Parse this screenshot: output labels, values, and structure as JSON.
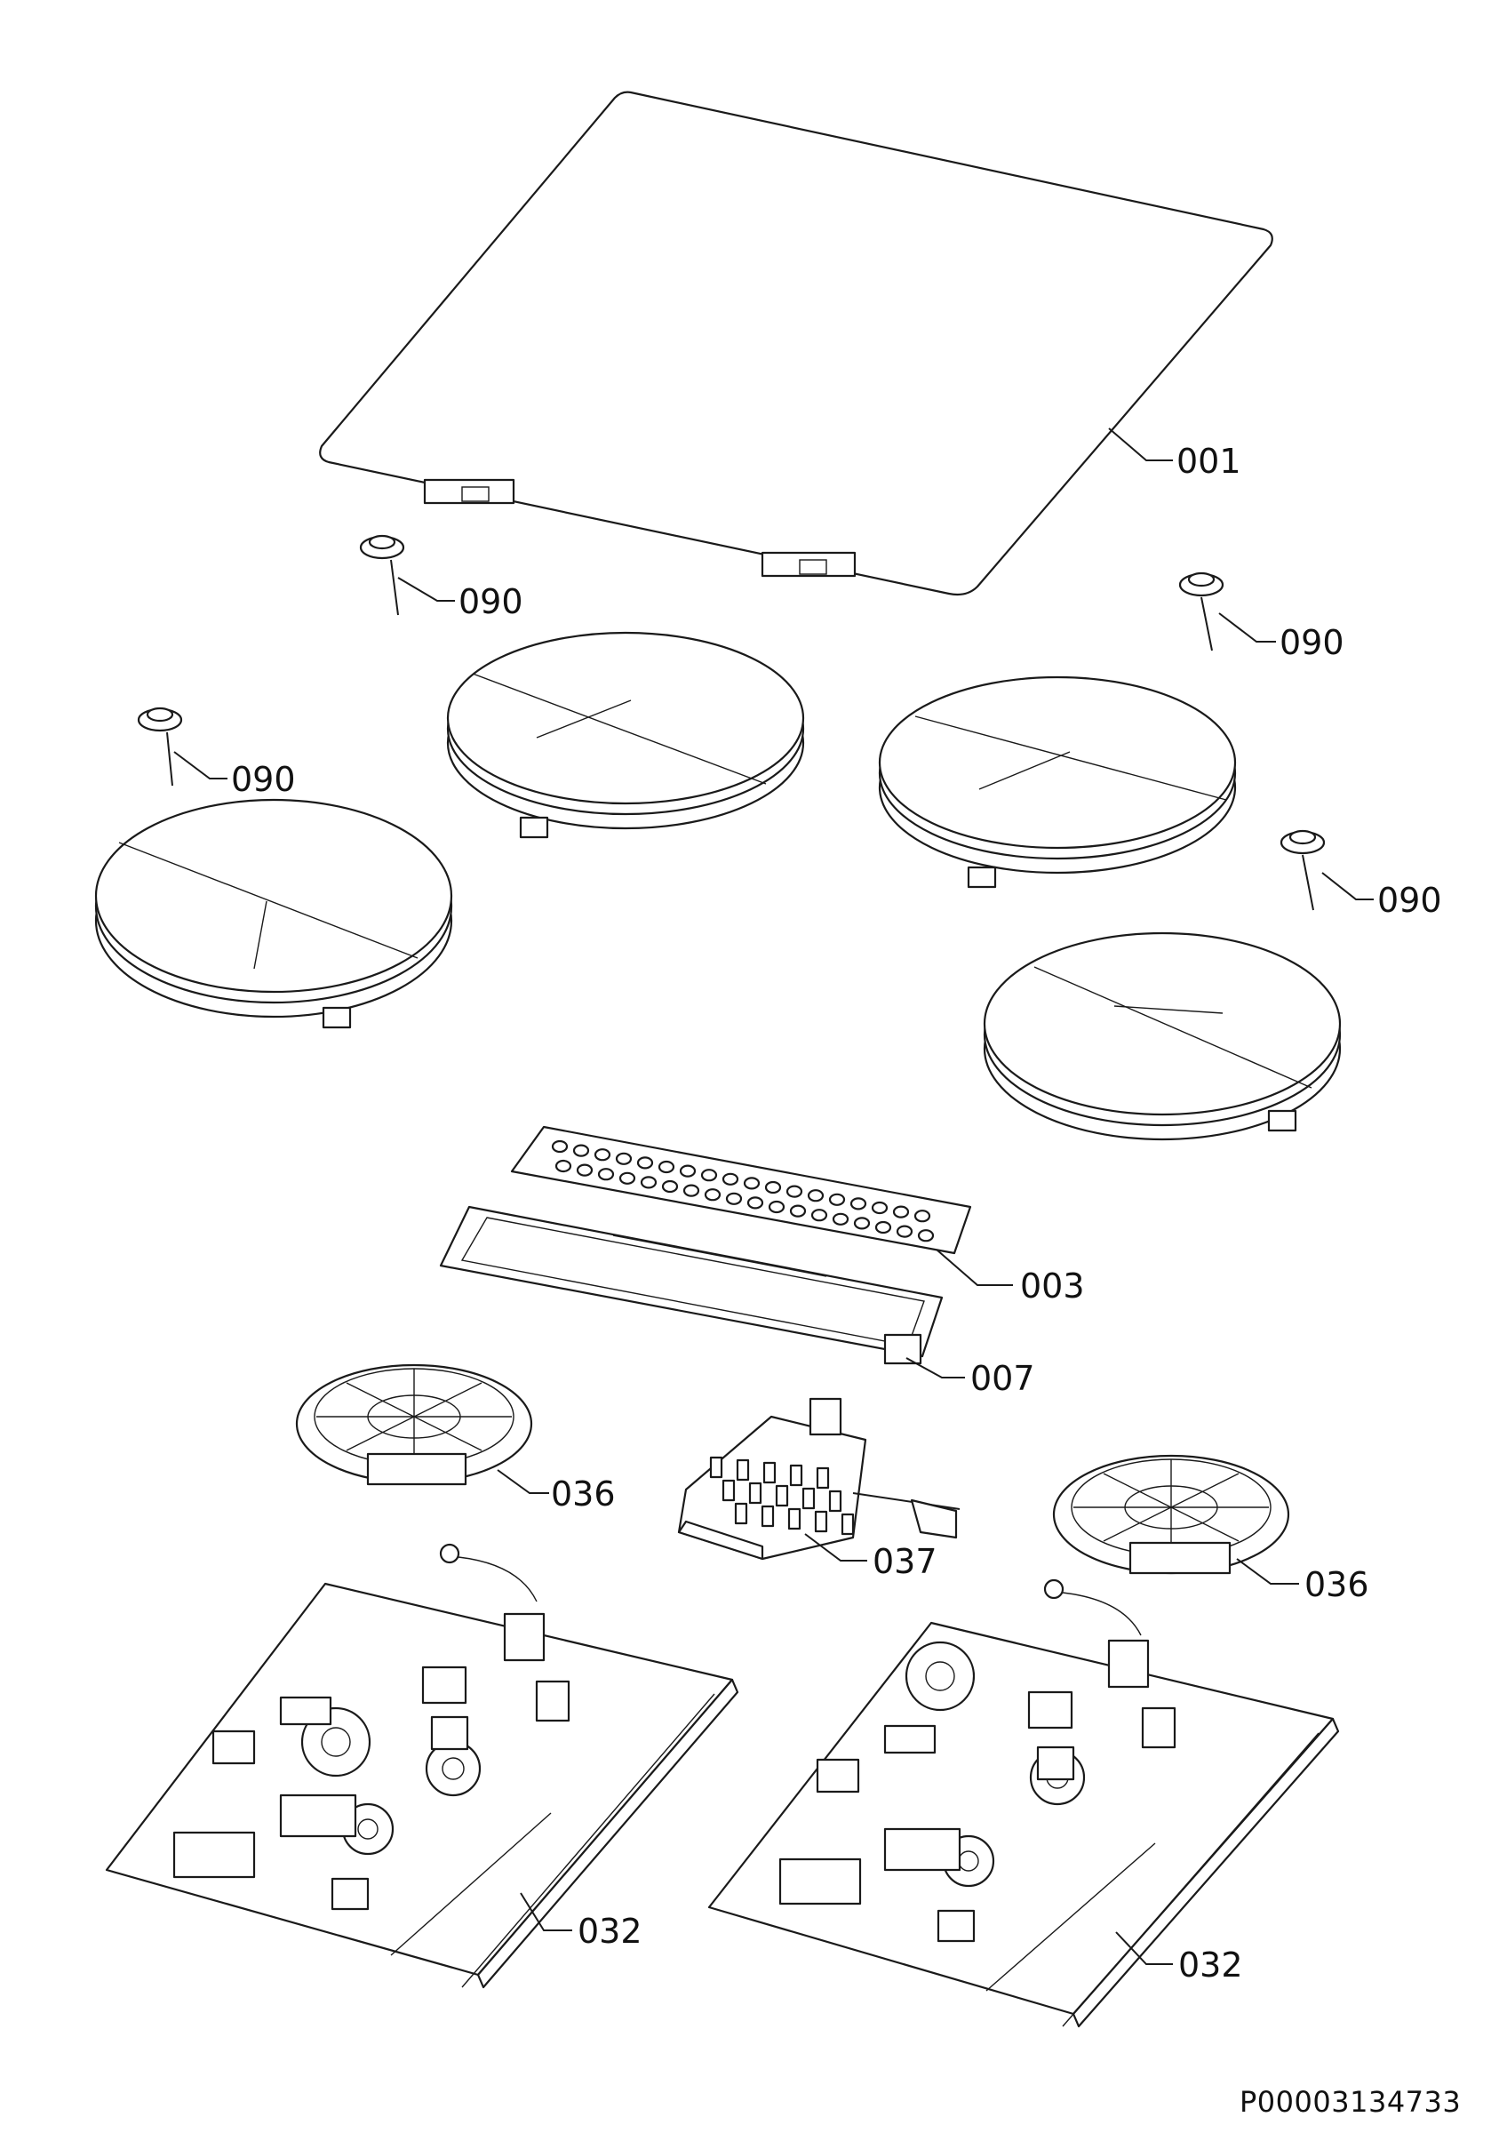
{
  "callouts": {
    "glass_top": "001",
    "coil_supports": "090",
    "control_board": "003",
    "control_frame": "007",
    "fans": "036",
    "terminal_block": "037",
    "power_boards": "032"
  },
  "reference_code": "P00003134733",
  "colors": {
    "line": "#1a1a1a",
    "background": "#ffffff"
  }
}
